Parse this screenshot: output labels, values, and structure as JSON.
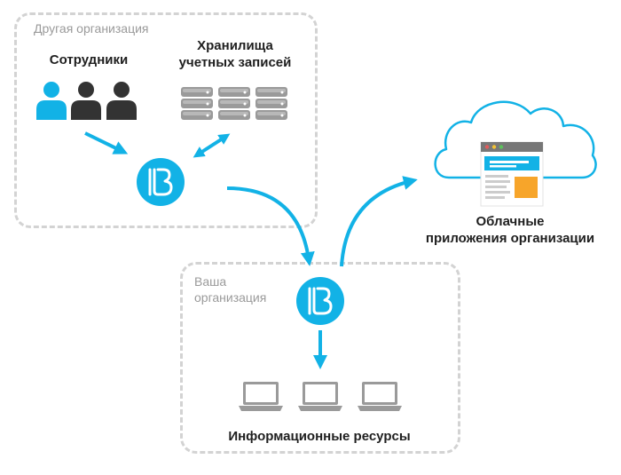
{
  "other_org": {
    "title": "Другая организация",
    "employees_label": "Сотрудники",
    "storage_label_line1": "Хранилища",
    "storage_label_line2": "учетных записей"
  },
  "your_org": {
    "title_line1": "Ваша",
    "title_line2": "организация",
    "resources_label": "Информационные ресурсы"
  },
  "cloud": {
    "label_line1": "Облачные",
    "label_line2": "приложения организации"
  },
  "colors": {
    "accent": "#12b2e6",
    "dark": "#333333",
    "dashed_border": "#d3d3d3",
    "orange": "#f7a52a"
  },
  "icons": [
    "person-icon",
    "database-icon",
    "logo-icon",
    "cloud-icon",
    "browser-window-icon",
    "laptop-icon",
    "arrow-icon"
  ]
}
